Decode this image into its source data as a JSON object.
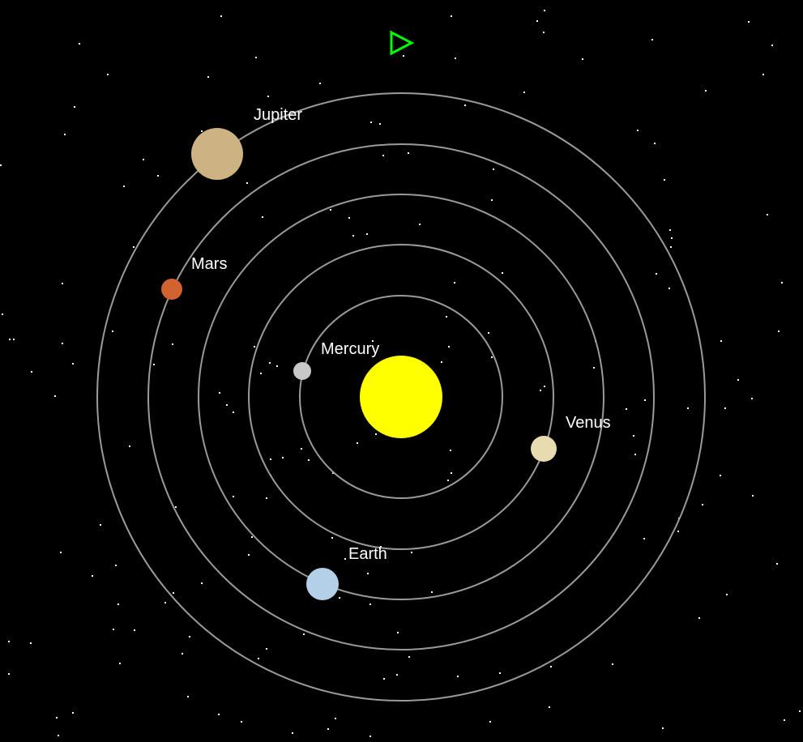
{
  "scene": {
    "background_color": "#000000",
    "orbit_color": "#9a9a9a",
    "label_color": "#ffffff"
  },
  "controls": {
    "play_icon": "play-icon",
    "play_color": "#00ff00"
  },
  "sun": {
    "name": "sun",
    "color": "#ffff00"
  },
  "planets": [
    {
      "id": "mercury",
      "label": "Mercury",
      "color": "#c8c8c8"
    },
    {
      "id": "venus",
      "label": "Venus",
      "color": "#e9dbb0"
    },
    {
      "id": "earth",
      "label": "Earth",
      "color": "#b4cfe8"
    },
    {
      "id": "mars",
      "label": "Mars",
      "color": "#d2622f"
    },
    {
      "id": "jupiter",
      "label": "Jupiter",
      "color": "#cdb283"
    }
  ]
}
